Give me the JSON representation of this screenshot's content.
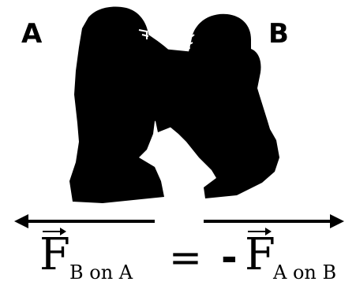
{
  "labels": {
    "left_player": "A",
    "right_player": "B"
  },
  "equation": {
    "lhs_symbol": "F",
    "lhs_subscript": "B on A",
    "equals": "=",
    "minus": "-",
    "rhs_symbol": "F",
    "rhs_subscript": "A on B"
  },
  "colors": {
    "foreground": "#000000",
    "background": "#ffffff"
  },
  "icons": {
    "left_arrow": "arrow-left-icon",
    "right_arrow": "arrow-right-icon",
    "vector_arrow": "vector-arrow-icon"
  }
}
